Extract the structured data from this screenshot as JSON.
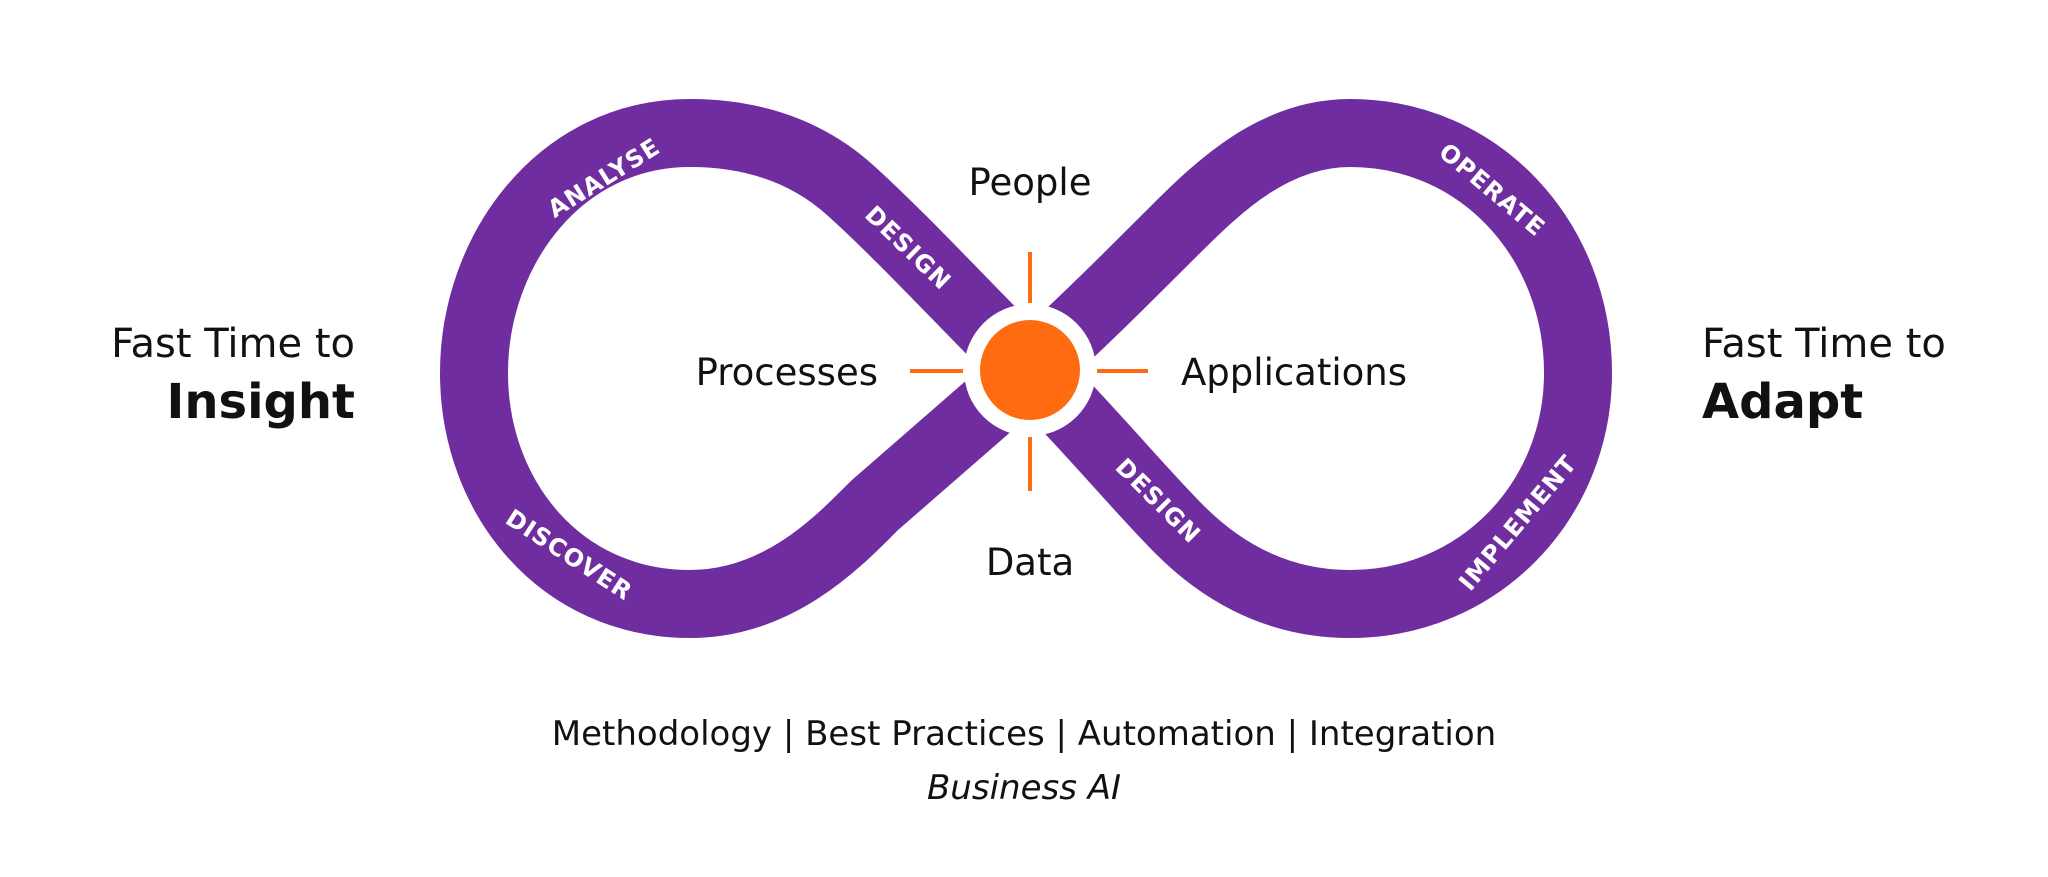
{
  "left_block": {
    "line1": "Fast Time to",
    "line2": "Insight"
  },
  "right_block": {
    "line1": "Fast Time to",
    "line2": "Adapt"
  },
  "nodes": {
    "top": "People",
    "left": "Processes",
    "right": "Applications",
    "bottom": "Data"
  },
  "loop_labels": {
    "analyse": "ANALYSE",
    "design_left": "DESIGN",
    "discover": "DISCOVER",
    "operate": "OPERATE",
    "design_right": "DESIGN",
    "implement": "IMPLEMENT"
  },
  "footer": {
    "line1": "Methodology | Best Practices | Automation | Integration",
    "line2": "Business AI"
  },
  "colors": {
    "loop": "#6f2da0",
    "hub": "#ff6b10",
    "text": "#111111"
  }
}
